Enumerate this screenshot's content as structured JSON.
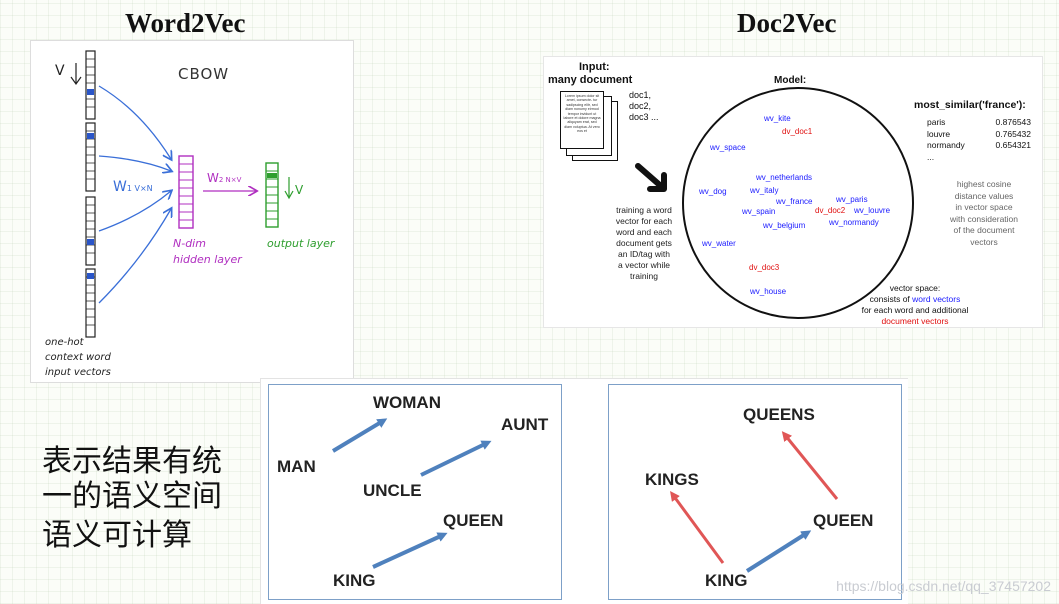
{
  "titles": {
    "left": "Word2Vec",
    "right": "Doc2Vec"
  },
  "cbow": {
    "title": "CBOW",
    "v_label": "V",
    "w1_label": "W",
    "w1_sub": "1 V×N",
    "w2_label": "W",
    "w2_sub": "2 N×V",
    "v_output_label": "V",
    "hidden_label_1": "N-dim",
    "hidden_label_2": "hidden layer",
    "output_label": "output layer",
    "input_caption": [
      "one-hot",
      "context word",
      "input vectors"
    ]
  },
  "doc2vec": {
    "input_title_1": "Input:",
    "input_title_2": "many document",
    "lorem": "Lorem ipsum dolor sit amet, consecte- tur sadipscing elitr, sed diam nonumy eirmod tempor invidunt ut labore et dolore magna aliquyam erat, sed diam voluptua. At vero eos et",
    "doc_list": [
      "doc1,",
      "doc2,",
      "doc3 ..."
    ],
    "model_title": "Model:",
    "training_text": [
      "training a word",
      "vector for each",
      "word and each",
      "document gets",
      "an ID/tag with",
      "a vector while",
      "training"
    ],
    "words": [
      {
        "t": "wv_kite",
        "c": "blue"
      },
      {
        "t": "dv_doc1",
        "c": "red"
      },
      {
        "t": "wv_space",
        "c": "blue"
      },
      {
        "t": "wv_netherlands",
        "c": "blue"
      },
      {
        "t": "wv_italy",
        "c": "blue"
      },
      {
        "t": "wv_dog",
        "c": "blue"
      },
      {
        "t": "wv_france",
        "c": "blue"
      },
      {
        "t": "wv_paris",
        "c": "blue"
      },
      {
        "t": "wv_spain",
        "c": "blue"
      },
      {
        "t": "dv_doc2",
        "c": "red"
      },
      {
        "t": "wv_louvre",
        "c": "blue"
      },
      {
        "t": "wv_belgium",
        "c": "blue"
      },
      {
        "t": "wv_normandy",
        "c": "blue"
      },
      {
        "t": "wv_water",
        "c": "blue"
      },
      {
        "t": "dv_doc3",
        "c": "red"
      },
      {
        "t": "wv_house",
        "c": "blue"
      }
    ],
    "most_similar_title": "most_similar('france'):",
    "similar": [
      {
        "word": "paris",
        "score": "0.876543"
      },
      {
        "word": "louvre",
        "score": "0.765432"
      },
      {
        "word": "normandy",
        "score": "0.654321"
      }
    ],
    "ellipsis": "...",
    "cosine_text": [
      "highest cosine",
      "distance values",
      "in vector space",
      "with consideration",
      "of the document",
      "vectors"
    ],
    "vs_line1": "vector space:",
    "vs_line2_pre": "consists of ",
    "vs_line2_colored": "word vectors",
    "vs_line3": "for each word and additional",
    "vs_line4": "document vectors"
  },
  "chinese": [
    "表示结果有统",
    "一的语义空间",
    "语义可计算"
  ],
  "analogy_left": {
    "woman": "WOMAN",
    "aunt": "AUNT",
    "man": "MAN",
    "uncle": "UNCLE",
    "queen": "QUEEN",
    "king": "KING"
  },
  "analogy_right": {
    "queens": "QUEENS",
    "kings": "KINGS",
    "queen": "QUEEN",
    "king": "KING"
  },
  "watermark": "https://blog.csdn.net/qq_37457202",
  "colors": {
    "arrow_blue": "#4f81bd",
    "arrow_red": "#e05656",
    "word_blue": "#1a1aff",
    "doc_red": "#e01010",
    "purple": "#b02fc0",
    "green": "#2e9e2e",
    "hand_blue": "#3a6fd8"
  }
}
